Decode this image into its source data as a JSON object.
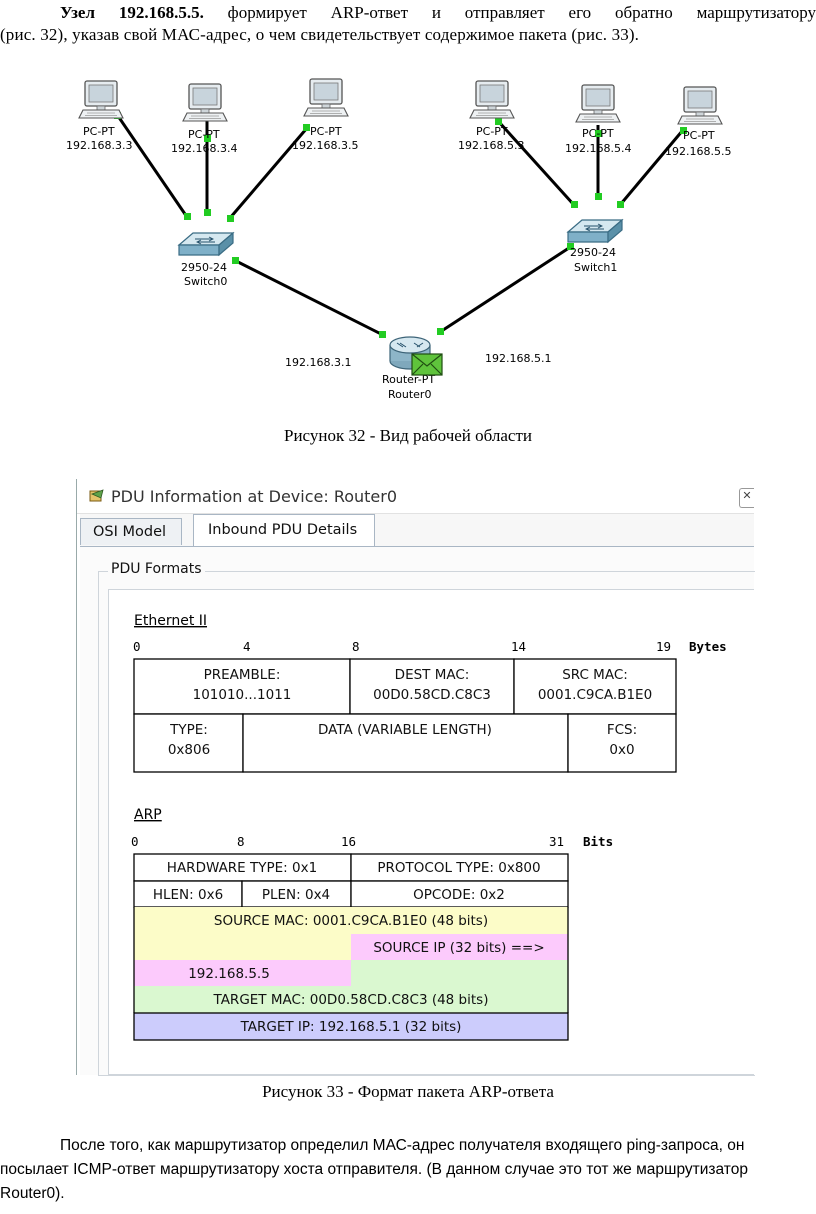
{
  "top_paragraph": {
    "lead": "Узел 192.168.5.5.",
    "line1_rest": " формирует ARP-ответ и отправляет его обратно маршрутизатору",
    "line2": "(рис. 32), указав свой МАС-адрес, о чем свидетельствует содержимое пакета (рис. 33)."
  },
  "network": {
    "pcs": [
      {
        "type": "PC-PT",
        "ip": "192.168.3.3"
      },
      {
        "type": "PC-PT",
        "ip": "192.168.3.4"
      },
      {
        "type": "PC-PT",
        "ip": "192.168.3.5"
      },
      {
        "type": "PC-PT",
        "ip": "192.168.5.3"
      },
      {
        "type": "PC-PT",
        "ip": "192.168.5.4"
      },
      {
        "type": "PC-PT",
        "ip": "192.168.5.5"
      }
    ],
    "switches": [
      {
        "model": "2950-24",
        "name": "Switch0"
      },
      {
        "model": "2950-24",
        "name": "Switch1"
      }
    ],
    "router": {
      "model": "Router-PT",
      "name": "Router0"
    },
    "router_ip_left": "192.168.3.1",
    "router_ip_right": "192.168.5.1",
    "link_color": "#000000",
    "port_color": "#22cc22"
  },
  "caption32": "Рисунок 32 - Вид рабочей области",
  "pdu_window": {
    "title": "PDU Information at Device: Router0",
    "tabs": [
      "OSI Model",
      "Inbound PDU Details"
    ],
    "active_tab": "Inbound PDU Details",
    "group_label": "PDU Formats",
    "ethernet": {
      "heading": "Ethernet II",
      "scale": [
        "0",
        "4",
        "8",
        "14",
        "19",
        "Bytes"
      ],
      "preamble_label": "PREAMBLE:",
      "preamble_value": "101010...1011",
      "dest_label": "DEST MAC:",
      "dest_value": "00D0.58CD.C8C3",
      "src_label": "SRC MAC:",
      "src_value": "0001.C9CA.B1E0",
      "type_label": "TYPE:",
      "type_value": "0x806",
      "data_label": "DATA (VARIABLE LENGTH)",
      "fcs_label": "FCS:",
      "fcs_value": "0x0"
    },
    "arp": {
      "heading": "ARP",
      "scale": [
        "0",
        "8",
        "16",
        "31",
        "Bits"
      ],
      "hw_type": "HARDWARE TYPE: 0x1",
      "proto_type": "PROTOCOL TYPE: 0x800",
      "hlen": "HLEN: 0x6",
      "plen": "PLEN: 0x4",
      "opcode": "OPCODE: 0x2",
      "source_mac": "SOURCE MAC: 0001.C9CA.B1E0 (48 bits)",
      "source_ip_label": "SOURCE IP (32 bits) ==>",
      "source_ip_value": "192.168.5.5",
      "target_mac": "TARGET MAC: 00D0.58CD.C8C3 (48 bits)",
      "target_ip": "TARGET IP: 192.168.5.1 (32 bits)",
      "colors": {
        "yellow": "#fcfcc8",
        "pink": "#fccafc",
        "green": "#daf8d0",
        "blue": "#ccccfc"
      }
    }
  },
  "caption33": "Рисунок 33 - Формат пакета ARP-ответа",
  "bottom_paragraph": {
    "line1": "После того, как маршрутизатор определил МАС-адрес получателя входящего ping-запроса, он",
    "line2": "посылает ICMP-ответ маршрутизатору хоста отправителя. (В данном случае это тот же маршрутизатор",
    "line3": "Router0)."
  }
}
